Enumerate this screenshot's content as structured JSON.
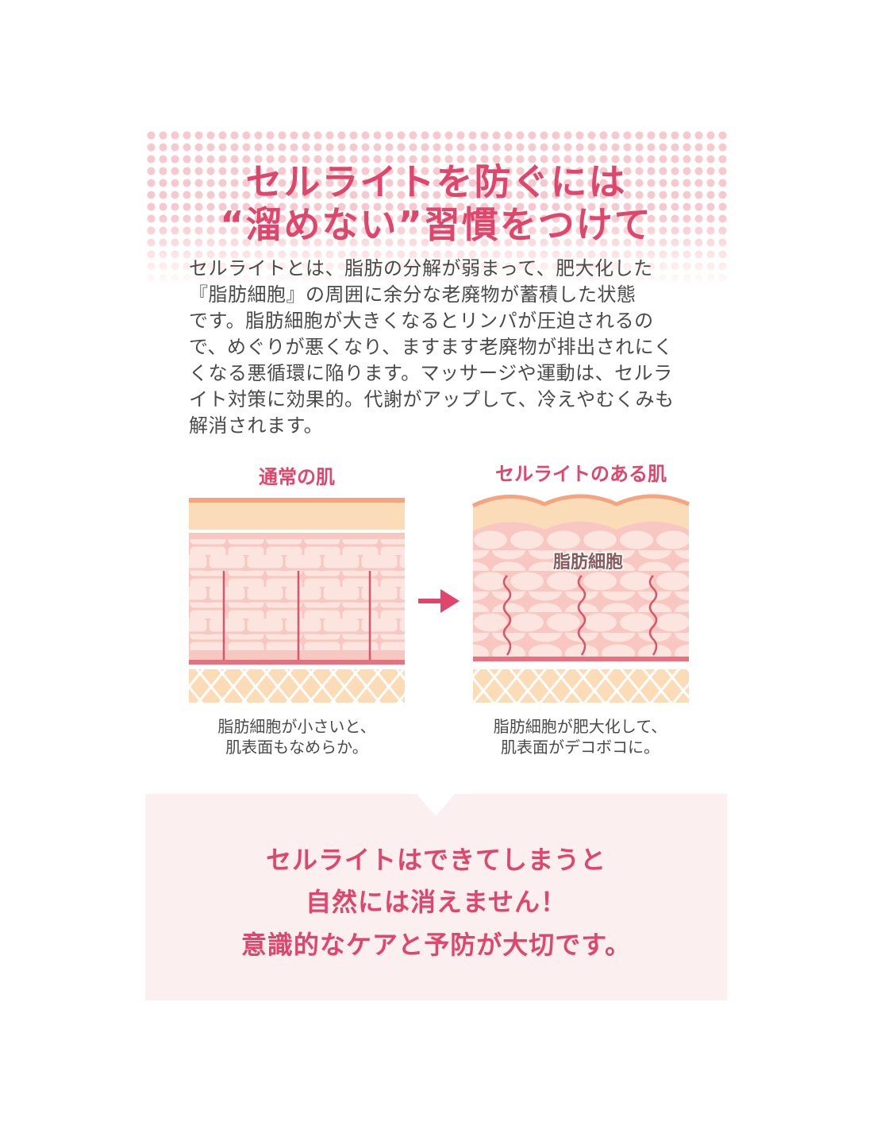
{
  "heading": {
    "line1": "セルライトを防ぐには",
    "line2": "“溜めない”習慣をつけて"
  },
  "description": {
    "lines": [
      "セルライトとは、脂肪の分解が弱まって、肥大化した",
      "『脂肪細胞』の周囲に余分な老廃物が蓄積した状態",
      "です。脂肪細胞が大きくなるとリンパが圧迫されるの",
      "で、めぐりが悪くなり、ますます老廃物が排出されにく",
      "くなる悪循環に陥ります。マッサージや運動は、セルラ",
      "イト対策に効果的。代謝がアップして、冷えやむくみも",
      "解消されます。"
    ]
  },
  "comparison": {
    "normal": {
      "title": "通常の肌",
      "caption_lines": [
        "脂肪細胞が小さいと、",
        "肌表面もなめらか。"
      ]
    },
    "cellulite": {
      "title": "セルライトのある肌",
      "label": "脂肪細胞",
      "caption_lines": [
        "脂肪細胞が肥大化して、",
        "肌表面がデコボコに。"
      ]
    },
    "arrow_icon": "right-arrow-icon"
  },
  "conclusion": {
    "lines": [
      "セルライトはできてしまうと",
      "自然には消えません！",
      "意識的なケアと予防が大切です。"
    ]
  },
  "colors": {
    "accent": "#e0456b",
    "text": "#4a4a4a",
    "dots": "#f6c9cf",
    "skin_top": "#fbdcb8",
    "skin_line": "#f4a47e",
    "fat_layer": "#f8c7c1",
    "fat_cell": "#fde5df",
    "vessel": "#d9556a",
    "bottom_panel": "#fbeff0"
  }
}
